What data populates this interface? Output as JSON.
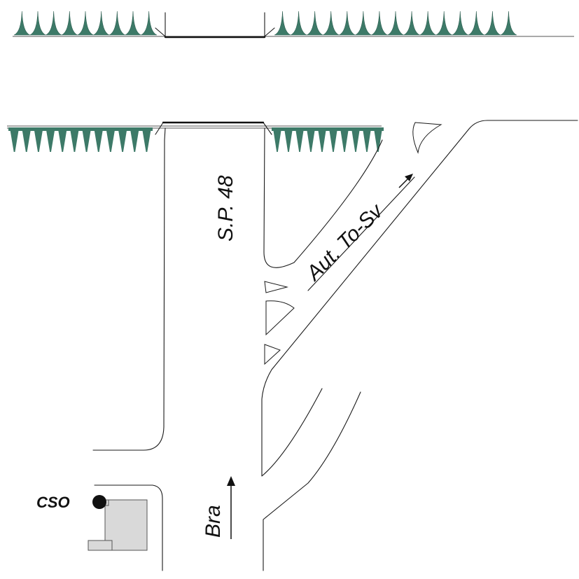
{
  "labels": {
    "road_sp48": "S.P. 48",
    "motorway": "Aut. To-Sv",
    "bra": "Bra",
    "cso": "CSO"
  },
  "icons": {
    "vegetation": "tree-row-icon",
    "station_marker": "location-dot-icon",
    "direction": "arrow-icon"
  },
  "colors": {
    "vegetation": "#3d7a68",
    "building_fill": "#d9d9d9",
    "building_stroke": "#555555",
    "road_line": "#1a1a1a",
    "marker": "#111111",
    "background": "#ffffff"
  }
}
